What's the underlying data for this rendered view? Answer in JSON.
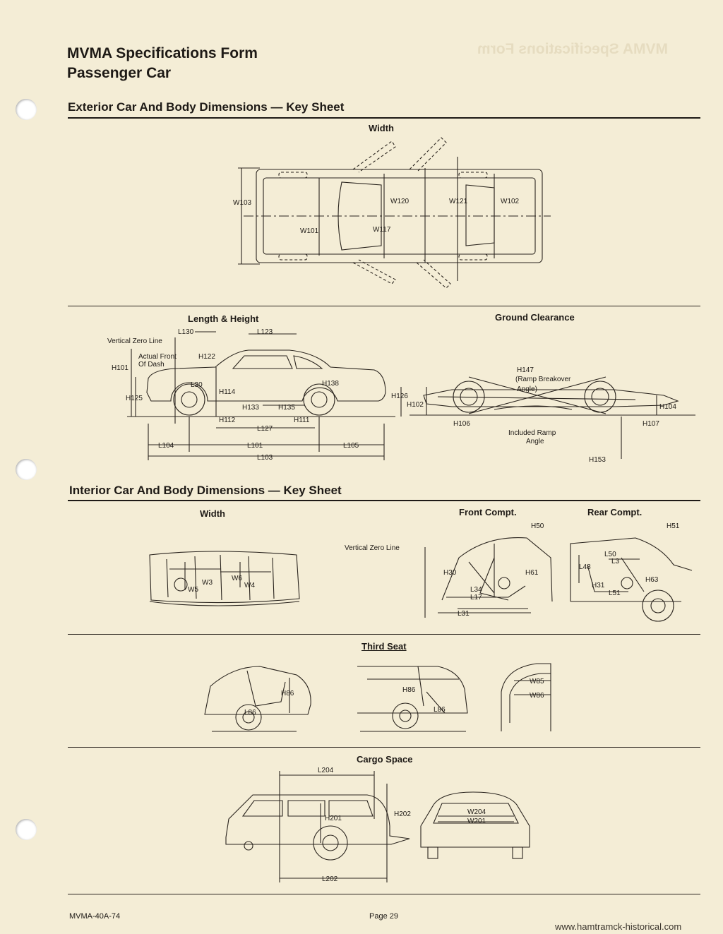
{
  "page": {
    "title_line1": "MVMA Specifications Form",
    "title_line2": "Passenger Car",
    "footer_left": "MVMA-40A-74",
    "footer_center": "Page 29",
    "footer_right": "www.hamtramck-historical.com"
  },
  "exterior": {
    "heading": "Exterior Car And Body Dimensions — Key Sheet",
    "width_label": "Width",
    "width_dims": [
      "W103",
      "W101",
      "W120",
      "W117",
      "W121",
      "W102"
    ],
    "length_height_label": "Length & Height",
    "lh_notes": [
      "Vertical Zero Line",
      "Actual Front",
      "Of Dash"
    ],
    "lh_dims": [
      "L130",
      "L123",
      "H122",
      "H101",
      "L30",
      "H114",
      "H138",
      "H125",
      "H133",
      "H135",
      "H126",
      "H112",
      "H111",
      "L127",
      "L104",
      "L101",
      "L105",
      "L103"
    ],
    "ground_clearance_label": "Ground Clearance",
    "gc_notes": [
      "H147",
      "(Ramp Breakover",
      "Angle)",
      "Included Ramp",
      "Angle"
    ],
    "gc_dims": [
      "H102",
      "H104",
      "H106",
      "H107",
      "H153"
    ]
  },
  "interior": {
    "heading": "Interior Car And Body Dimensions — Key Sheet",
    "width_label": "Width",
    "width_dims": [
      "W3",
      "W5",
      "W6",
      "W4"
    ],
    "front_label": "Front Compt.",
    "rear_label": "Rear Compt.",
    "vzl_label": "Vertical Zero Line",
    "front_dims": [
      "H50",
      "H30",
      "H61",
      "L34",
      "L17",
      "L31"
    ],
    "rear_dims": [
      "H51",
      "L50",
      "L3",
      "L48",
      "H63",
      "H31",
      "L51"
    ],
    "third_seat_label": "Third Seat",
    "third_dims": [
      "H86",
      "L86",
      "H86",
      "L86",
      "W85",
      "W86"
    ],
    "cargo_label": "Cargo Space",
    "cargo_dims": [
      "L204",
      "H201",
      "H202",
      "L202",
      "W204",
      "W201"
    ]
  }
}
